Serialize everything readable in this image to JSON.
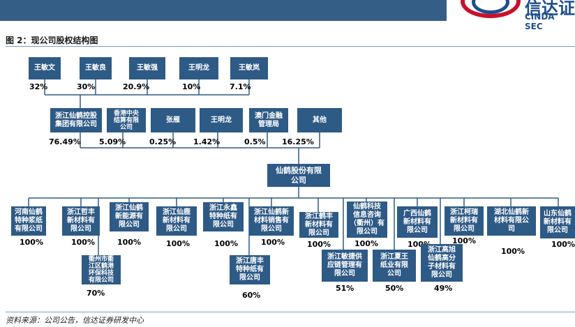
{
  "logo": {
    "cn": "信达证",
    "en": "CINDA SEC"
  },
  "figure_title": "图 2：现公司股权结构图",
  "source": "资料来源：公司公告，信达证券研发中心",
  "top_holders": [
    {
      "name": "王敏文",
      "pct": "32%"
    },
    {
      "name": "王敏良",
      "pct": "30%"
    },
    {
      "name": "王敏强",
      "pct": "20.9%"
    },
    {
      "name": "王明龙",
      "pct": "10%"
    },
    {
      "name": "王敏岚",
      "pct": "7.1%"
    }
  ],
  "shareholders": [
    {
      "name": "浙江仙鹤控股\n集团有限公司",
      "pct": "76.49%"
    },
    {
      "name": "香港中央\n结算有限\n公司",
      "pct": "5.09%"
    },
    {
      "name": "张雁",
      "pct": "0.25%"
    },
    {
      "name": "王明龙",
      "pct": "1.42%"
    },
    {
      "name": "澳门金融\n管理局",
      "pct": "0.5%"
    },
    {
      "name": "其他",
      "pct": "16.25%"
    }
  ],
  "center": {
    "name": "仙鹤股份有限\n公司"
  },
  "subsidiaries": [
    {
      "name": "河南仙鹤\n特种浆纸\n有限公司",
      "pct": "100%"
    },
    {
      "name": "浙江哲丰\n新材料有\n限公司",
      "pct": "100%"
    },
    {
      "name": "衢州市衢\n江区鹤港\n环保科技\n有限公司",
      "pct": "70%"
    },
    {
      "name": "浙江仙鹤\n新能源有\n限公司",
      "pct": "100%"
    },
    {
      "name": "浙江仙鹿\n新材料有\n限公司",
      "pct": "100%"
    },
    {
      "name": "浙江永鑫\n特种纸有\n限公司",
      "pct": "100%"
    },
    {
      "name": "浙江唐丰\n特种纸有\n限公司",
      "pct": "60%"
    },
    {
      "name": "浙江仙鹤新\n材料销售有\n限公司",
      "pct": "100%"
    },
    {
      "name": "浙江鹤丰\n新材料有\n限公司",
      "pct": "100%"
    },
    {
      "name": "浙江敏捷供\n应链管理有\n限公司",
      "pct": "51%"
    },
    {
      "name": "仙鹤科技\n信息咨询\n（衢州）有\n限公司",
      "pct": "100%"
    },
    {
      "name": "浙江夏王\n纸业有限\n公司",
      "pct": "50%"
    },
    {
      "name": "广西仙鹤\n新材料有\n限公司",
      "pct": "100%"
    },
    {
      "name": "浙江高旭\n仙鹤高分\n子材料有\n限公司",
      "pct": "49%"
    },
    {
      "name": "浙江柯瑞\n新材料有\n限公司",
      "pct": "100%"
    },
    {
      "name": "湖北仙鹤新\n材料有限公\n司",
      "pct": "100%"
    },
    {
      "name": "山东仙鹤\n新材料有\n限公司",
      "pct": "100%"
    }
  ]
}
